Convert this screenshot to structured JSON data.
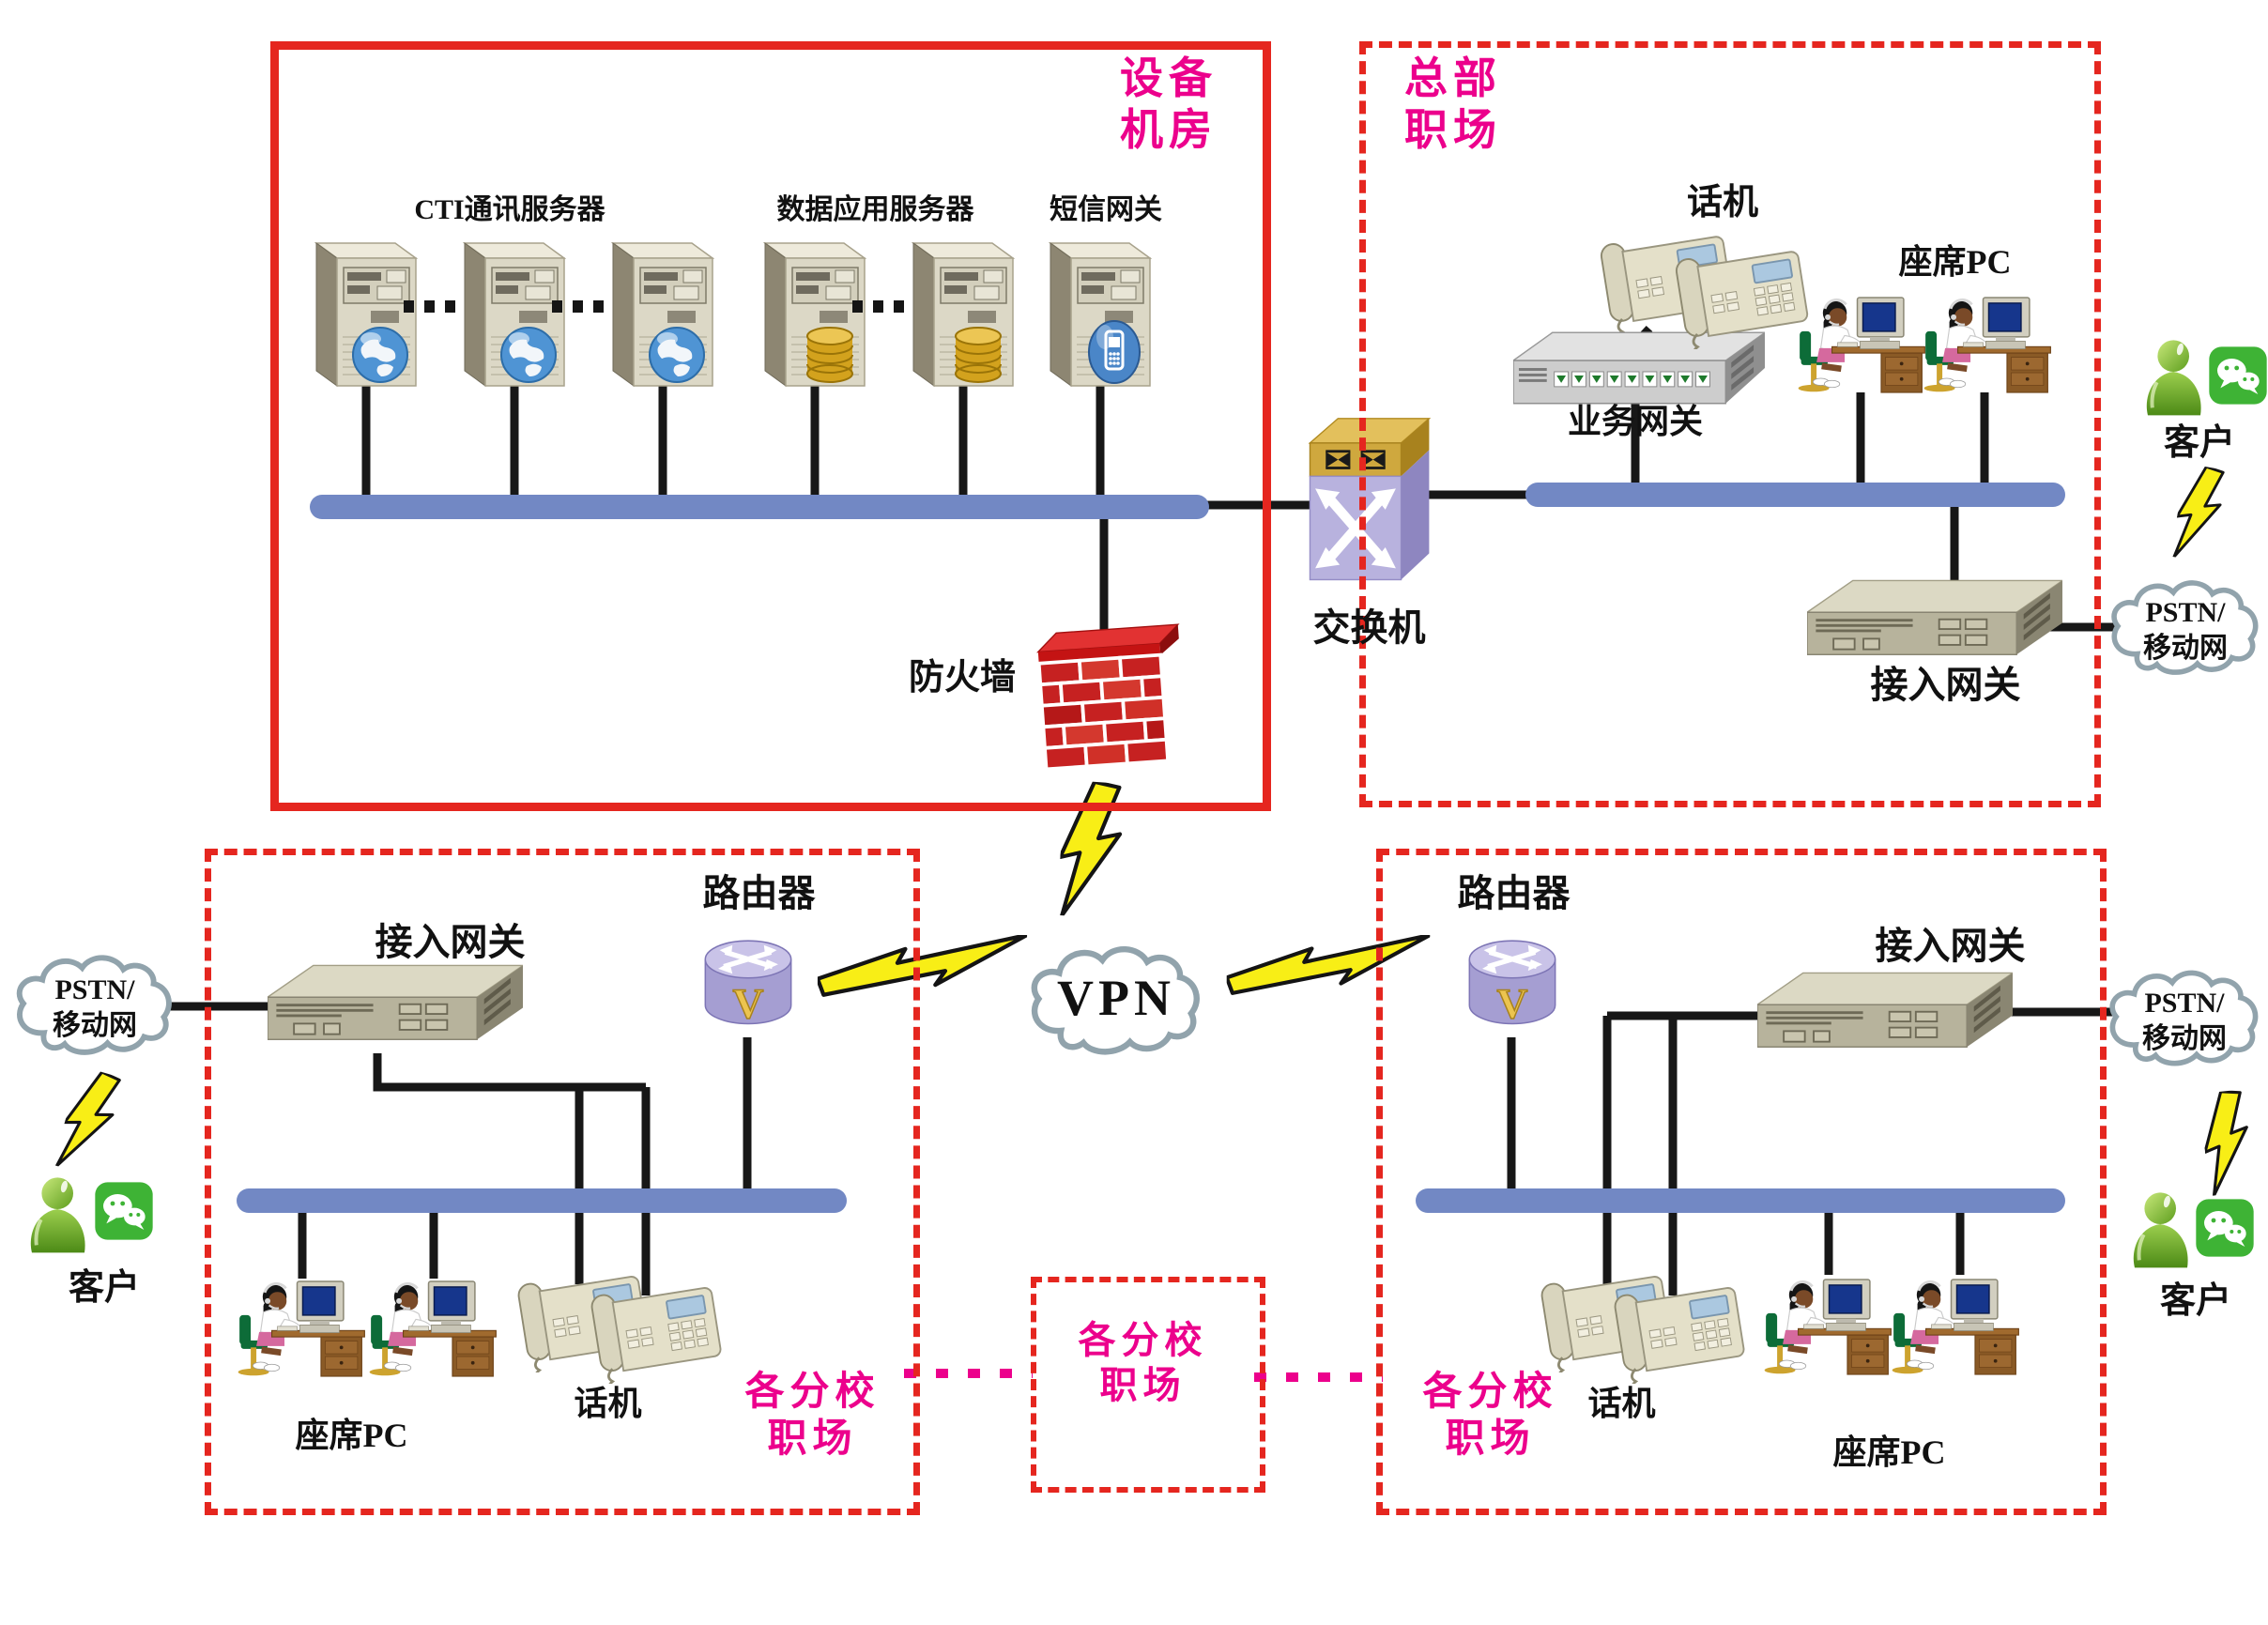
{
  "colors": {
    "box_red": "#e5261f",
    "label_magenta": "#ec008c",
    "bus_blue": "#7288c4",
    "wire_black": "#171717",
    "lightning_yellow": "#f8ee16",
    "wechat_green": "#3eb335",
    "customer_green": "#7ab648",
    "cloud_gray": "#91a3ac",
    "switch_gold": "#cfa83e",
    "switch_lavender": "#b8b2de"
  },
  "equipment_room": {
    "title_line1": "设备",
    "title_line2": "机房",
    "cti_server_label": "CTI通讯服务器",
    "data_server_label": "数据应用服务器",
    "sms_gateway_label": "短信网关",
    "firewall_label": "防火墙"
  },
  "core_switch": {
    "label": "交换机"
  },
  "headquarters": {
    "title_line1": "总部",
    "title_line2": "职场",
    "phone_label": "话机",
    "business_gateway_label": "业务网关",
    "agent_pc_label": "座席PC",
    "access_gateway_label": "接入网关"
  },
  "internet": {
    "vpn_label": "VPN",
    "pstn_line1": "PSTN/",
    "pstn_line2": "移动网",
    "customer_label": "客户"
  },
  "branch": {
    "title_line1": "各分校",
    "title_line2": "职场",
    "router_label": "路由器",
    "router_badge": "V",
    "access_gateway_label": "接入网关",
    "agent_pc_label": "座席PC",
    "phone_label": "话机"
  }
}
